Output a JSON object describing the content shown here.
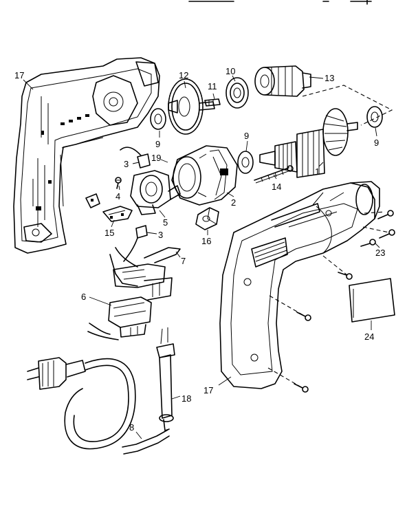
{
  "header": {
    "text": ""
  },
  "callouts": [
    {
      "id": "c17a",
      "label": "17"
    },
    {
      "id": "c12",
      "label": "12"
    },
    {
      "id": "c11",
      "label": "11"
    },
    {
      "id": "c10",
      "label": "10"
    },
    {
      "id": "c13",
      "label": "13"
    },
    {
      "id": "c9a",
      "label": "9"
    },
    {
      "id": "c9b",
      "label": "9"
    },
    {
      "id": "c9c",
      "label": "9"
    },
    {
      "id": "c3a",
      "label": "3"
    },
    {
      "id": "c19",
      "label": "19"
    },
    {
      "id": "c1",
      "label": "1"
    },
    {
      "id": "c14",
      "label": "14"
    },
    {
      "id": "c4",
      "label": "4"
    },
    {
      "id": "c2",
      "label": "2"
    },
    {
      "id": "c5",
      "label": "5"
    },
    {
      "id": "c15",
      "label": "15"
    },
    {
      "id": "c16",
      "label": "16"
    },
    {
      "id": "c3b",
      "label": "3"
    },
    {
      "id": "c7",
      "label": "7"
    },
    {
      "id": "c23",
      "label": "23"
    },
    {
      "id": "c6",
      "label": "6"
    },
    {
      "id": "c24",
      "label": "24"
    },
    {
      "id": "c18",
      "label": "18"
    },
    {
      "id": "c17b",
      "label": "17"
    },
    {
      "id": "c8",
      "label": "8"
    }
  ]
}
